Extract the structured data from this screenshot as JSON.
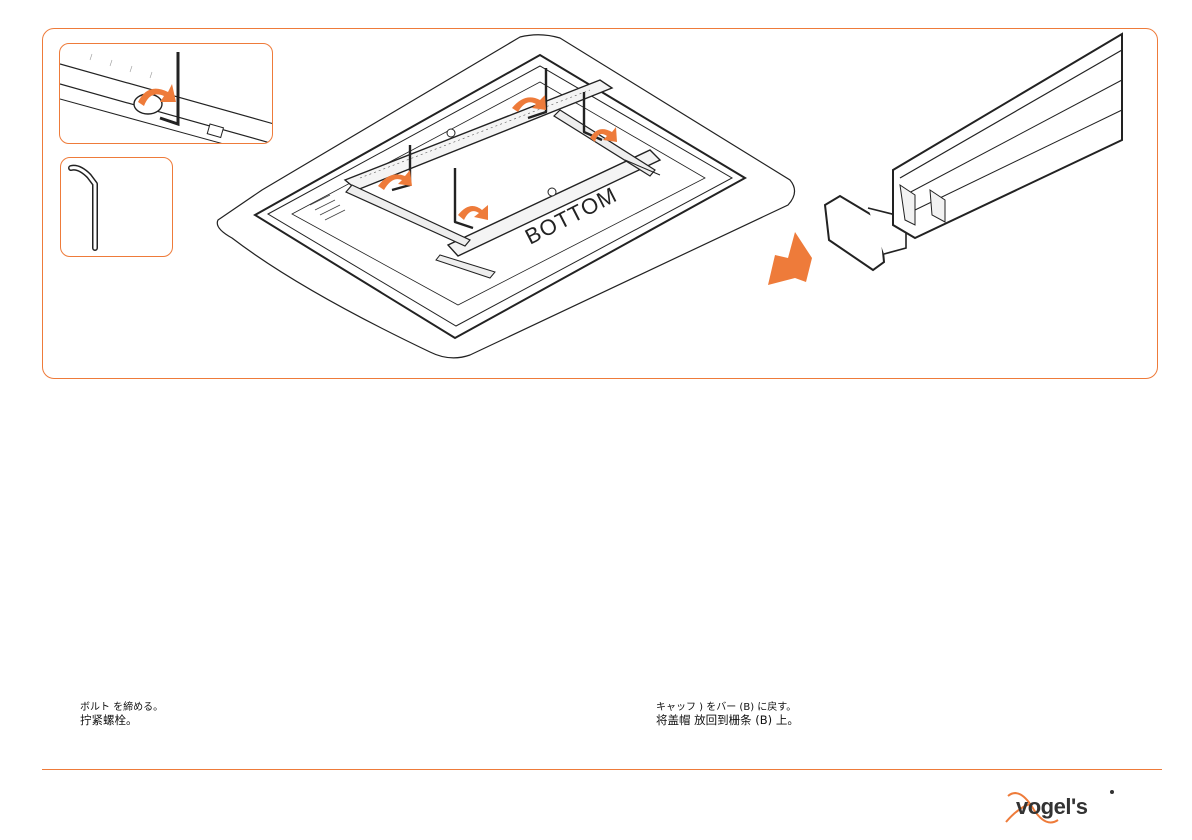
{
  "illustration": {
    "bottom_label": "BOTTOM",
    "accent_color": "#ee7b3a"
  },
  "captions": {
    "left_ja": "ボルト  を締める。",
    "left_zh": "拧紧螺栓。",
    "right_ja": "キャッフ    ) をバー (B) に戻す。",
    "right_zh": "将盖帽       放回到栅条 (B) 上。"
  },
  "brand": {
    "logo_text": "vogel's"
  }
}
